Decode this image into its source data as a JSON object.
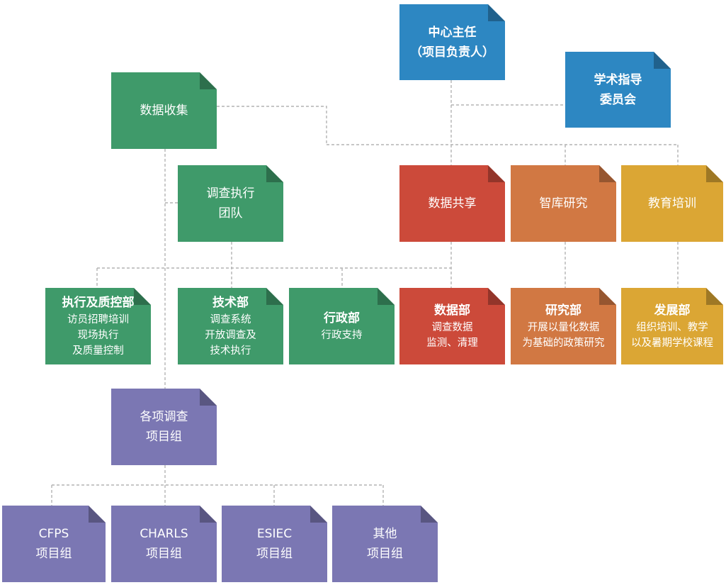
{
  "colors": {
    "blue": "#2d87c2",
    "green": "#3f9a6a",
    "red": "#cc4a3a",
    "orange": "#d17843",
    "yellow": "#dba634",
    "purple": "#7b77b3",
    "connector": "#b3b3b3"
  },
  "nodes": {
    "center_director": {
      "lines": [
        "中心主任",
        "（项目负责人）"
      ]
    },
    "academic_committee": {
      "lines": [
        "学术指导",
        "委员会"
      ]
    },
    "data_collection": {
      "lines": [
        "数据收集"
      ]
    },
    "survey_team": {
      "lines": [
        "调查执行",
        "团队"
      ]
    },
    "data_sharing": {
      "lines": [
        "数据共享"
      ]
    },
    "think_tank": {
      "lines": [
        "智库研究"
      ]
    },
    "education_training": {
      "lines": [
        "教育培训"
      ]
    },
    "execution_qc_dept": {
      "title": "执行及质控部",
      "lines": [
        "访员招聘培训",
        "现场执行",
        "及质量控制"
      ]
    },
    "tech_dept": {
      "title": "技术部",
      "lines": [
        "调查系统",
        "开放调查及",
        "技术执行"
      ]
    },
    "admin_dept": {
      "title": "行政部",
      "lines": [
        "行政支持"
      ]
    },
    "data_dept": {
      "title": "数据部",
      "lines": [
        "调查数据",
        "监测、清理"
      ]
    },
    "research_dept": {
      "title": "研究部",
      "lines": [
        "开展以量化数据",
        "为基础的政策研究"
      ]
    },
    "development_dept": {
      "title": "发展部",
      "lines": [
        "组织培训、教学",
        "以及暑期学校课程"
      ]
    },
    "survey_groups": {
      "lines": [
        "各项调查",
        "项目组"
      ]
    },
    "cfps_group": {
      "lines": [
        "CFPS",
        "项目组"
      ]
    },
    "charls_group": {
      "lines": [
        "CHARLS",
        "项目组"
      ]
    },
    "esiec_group": {
      "lines": [
        "ESIEC",
        "项目组"
      ]
    },
    "other_group": {
      "lines": [
        "其他",
        "项目组"
      ]
    }
  }
}
